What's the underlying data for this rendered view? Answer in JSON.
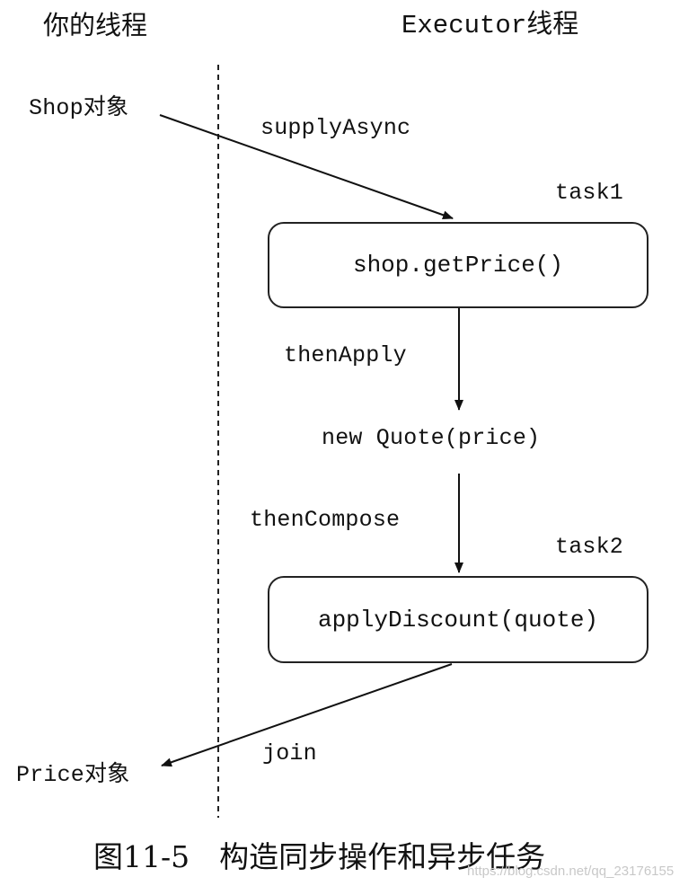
{
  "headings": {
    "your_thread": "你的线程",
    "executor_thread": "Executor线程"
  },
  "objects": {
    "shop": "Shop对象",
    "price": "Price对象",
    "quote": "new Quote(price)"
  },
  "operations": {
    "supply_async": "supplyAsync",
    "then_apply": "thenApply",
    "then_compose": "thenCompose",
    "join": "join"
  },
  "tasks": {
    "task1_label": "task1",
    "task1_content": "shop.getPrice()",
    "task2_label": "task2",
    "task2_content": "applyDiscount(quote)"
  },
  "caption": "图11-5　构造同步操作和异步任务",
  "watermark": "https://blog.csdn.net/qq_23176155"
}
